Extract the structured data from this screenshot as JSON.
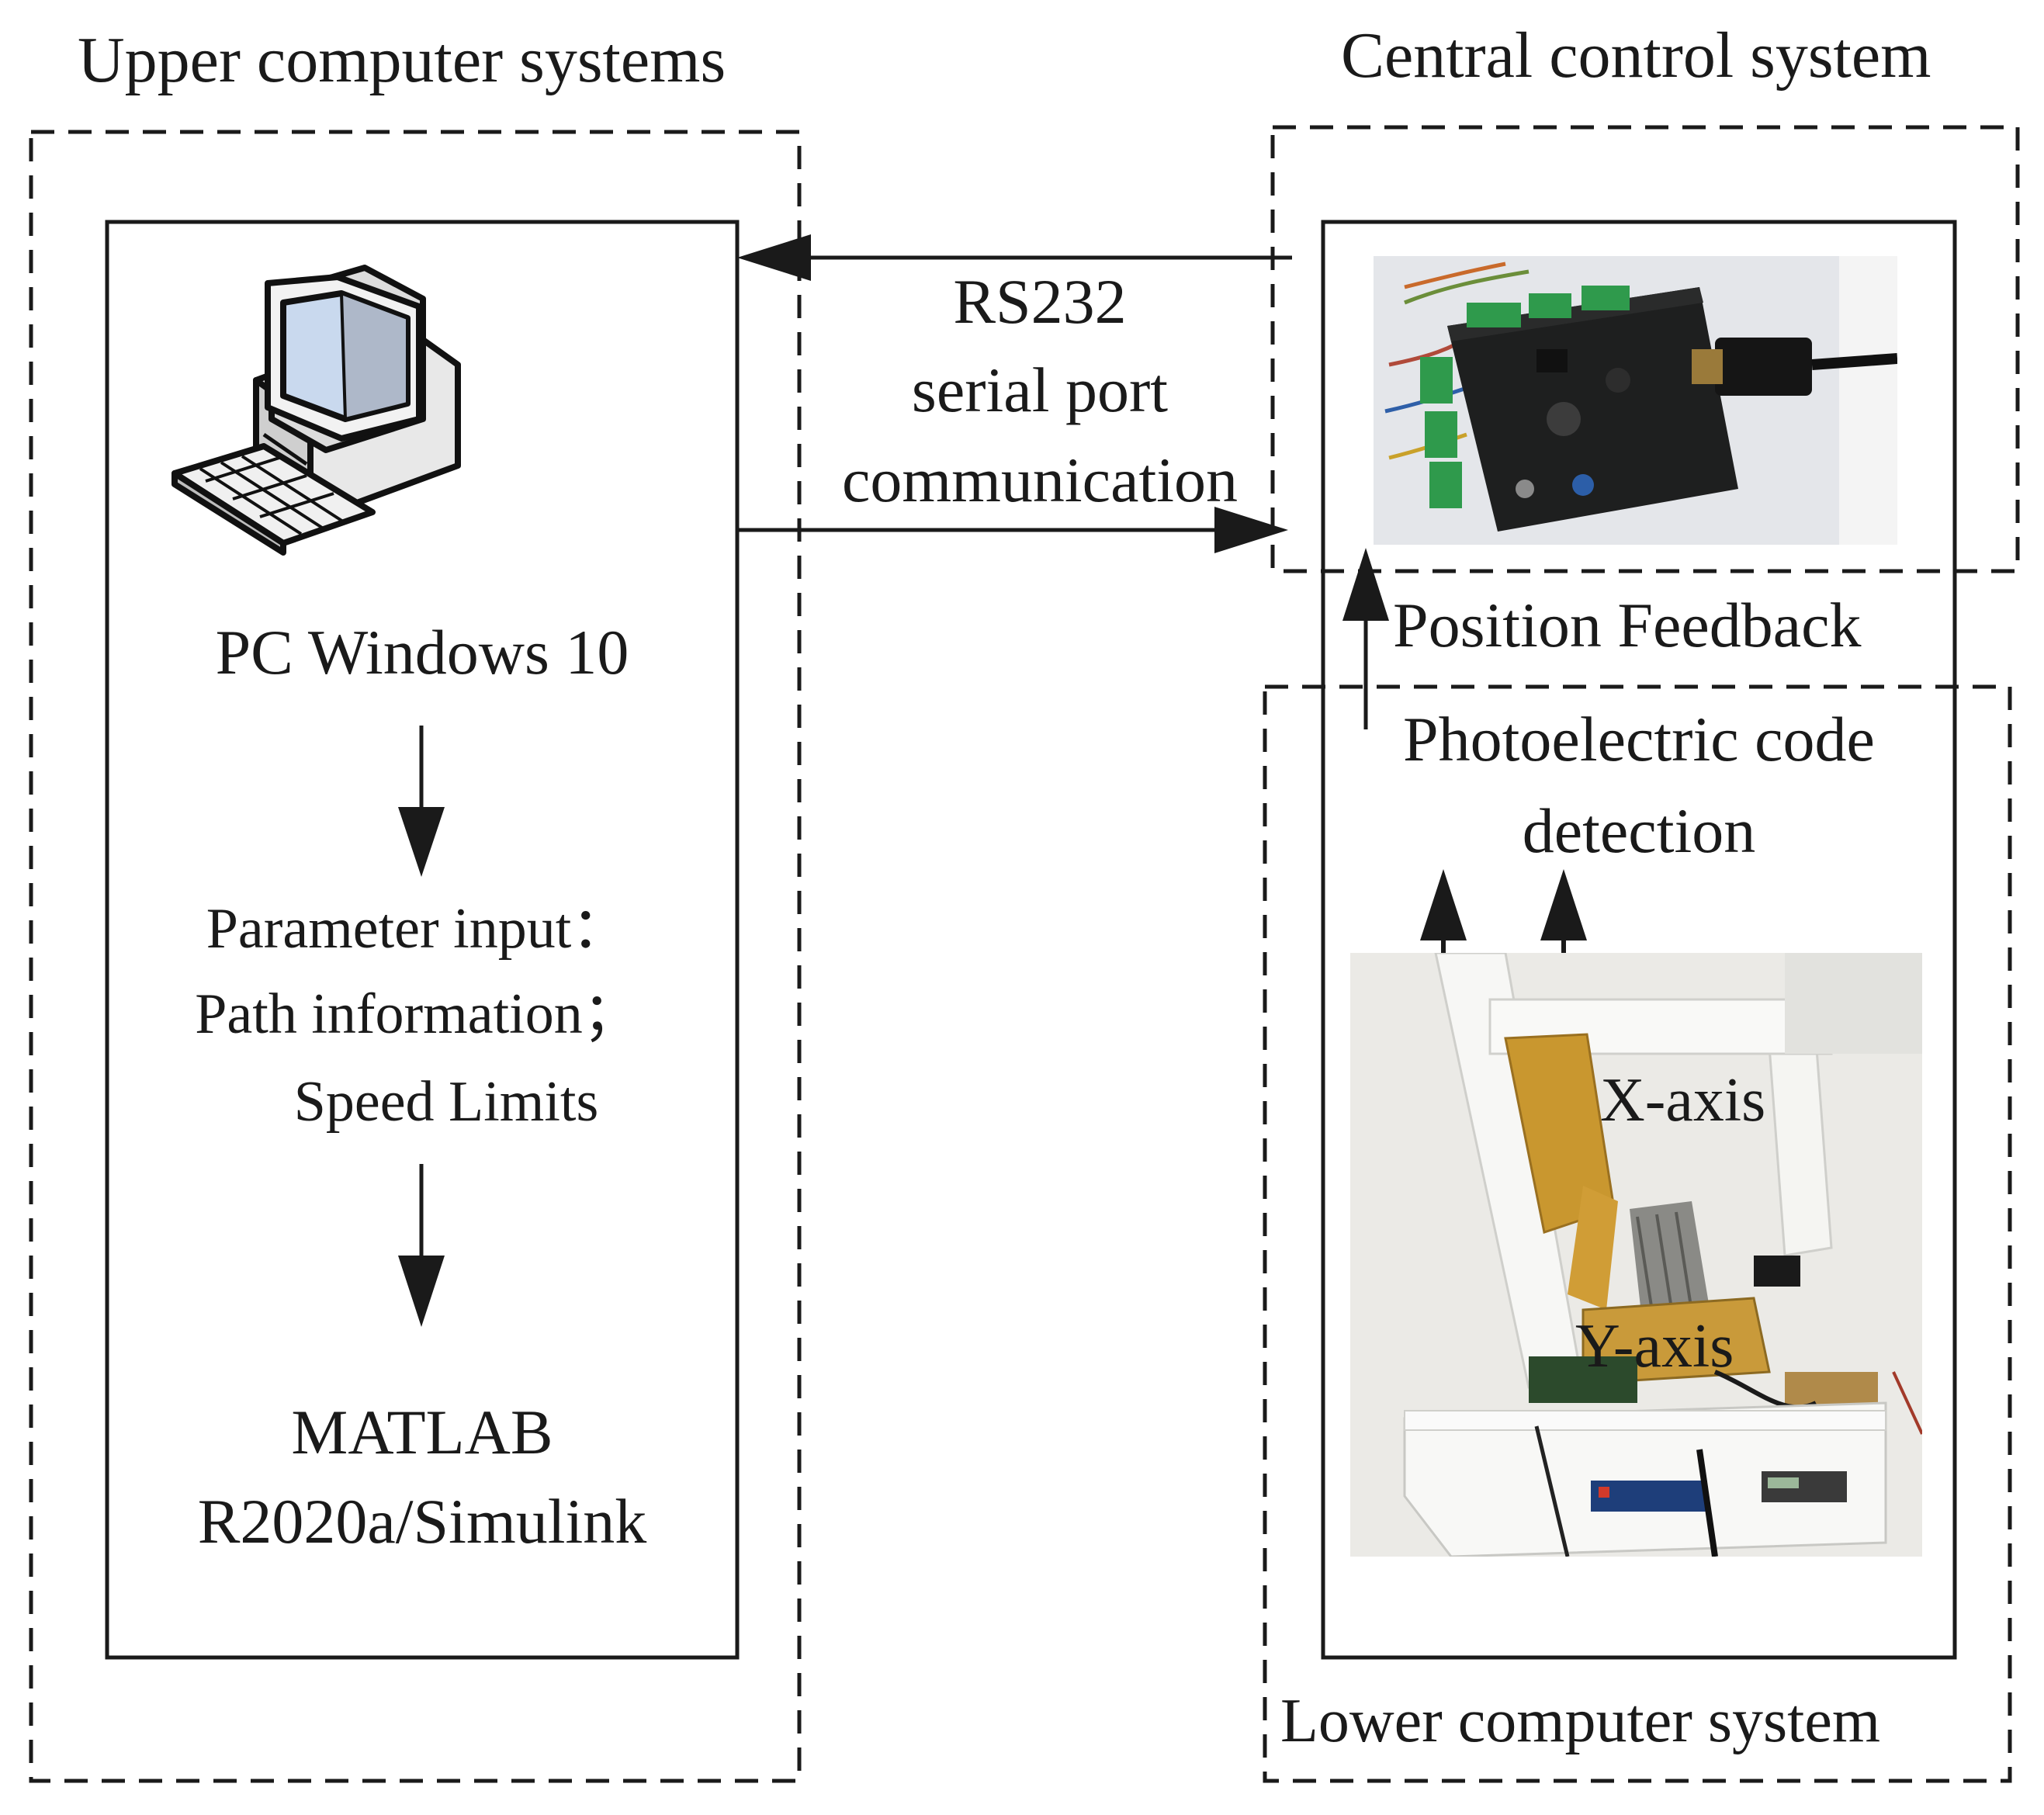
{
  "groups": {
    "upper": "Upper computer systems",
    "central": "Central control system",
    "lower": "Lower computer system"
  },
  "pc": {
    "os": "PC Windows 10",
    "param_line1": "Parameter input：",
    "param_line2": "Path information；",
    "param_line3": "Speed Limits",
    "matlab_line1": "MATLAB",
    "matlab_line2": "R2020a/Simulink"
  },
  "link": {
    "line1": "RS232",
    "line2": "serial port",
    "line3": "communication"
  },
  "feedback": {
    "position": "Position Feedback",
    "detect_line1": "Photoelectric code",
    "detect_line2": "detection"
  },
  "axes": {
    "x": "X-axis",
    "y": "Y-axis"
  },
  "icons": {
    "computer": "desktop-computer-icon",
    "control_board": "control-board-photo",
    "xy_platform": "xy-platform-photo"
  },
  "colors": {
    "line": "#1a1a1a",
    "gold": "#c9972f"
  }
}
